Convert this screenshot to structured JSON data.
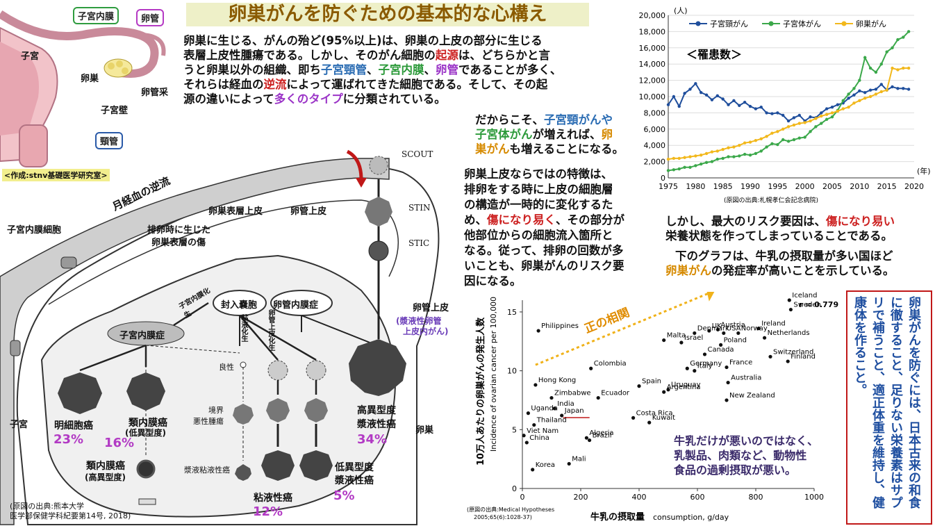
{
  "title": "卵巣がんを防ぐための基本的な心構え",
  "anatomy": {
    "labels": {
      "endometrium": "子宮内膜",
      "oviduct": "卵管",
      "uterus": "子宮",
      "ovary": "卵巣",
      "fimbria": "卵管采",
      "uterine_wall": "子宮壁",
      "cervix": "頸管"
    },
    "credit": "<作成:stnv基礎医学研究室>"
  },
  "intro": {
    "line1": "卵巣に生じる、がんの殆ど(95%以上)は、卵巣の上皮の部分に生じる",
    "line2": "表層上皮性腫瘍である。しかし、そのがん細胞の",
    "origin_word": "起源",
    "line2b": "は、どちらかと言",
    "line3a": "うと卵巣以外の組織、即ち",
    "cervix": "子宮頸管",
    "sep": "、",
    "endo": "子宮内膜",
    "tube": "卵管",
    "line3b": "であることが多く、",
    "line4a": "それらは経血の",
    "reflux": "逆流",
    "line4b": "によって運ばれてきた細胞である。そして、その起",
    "line5a": "源の違いによって",
    "types": "多くのタイプ",
    "line5b": "に分類されている。"
  },
  "middle_note": {
    "l1a": "だからこそ、",
    "l1b": "子宮頸がんや",
    "l2a": "子宮体がん",
    "l2b": "が増えれば、",
    "l2c": "卵",
    "l3a": "巣がん",
    "l3b": "も増えることになる。"
  },
  "feature": {
    "l1": "卵巣上皮ならではの特徴は、",
    "l2": "排卵をする時に上皮の細胞層",
    "l3": "の構造が一時的に変化するた",
    "l4a": "め、",
    "l4b": "傷になり易く",
    "l4c": "、その部分が",
    "l5": "他部位からの細胞流入箇所と",
    "l6": "なる。従って、排卵の回数が多",
    "l7": "いことも、卵巣がんのリスク要",
    "l8": "因になる。"
  },
  "risk": {
    "l1a": "しかし、最大のリスク要因は、",
    "l1b": "傷になり易い",
    "l2": "栄養状態を作ってしまっていることである。",
    "l3": "下のグラフは、牛乳の摂取量が多い国ほど",
    "l4a": "卵巣がん",
    "l4b": "の発症率が高いことを示している。"
  },
  "diagram": {
    "menstrual": "月経血の逆流",
    "endo_cell": "子宮内膜細胞",
    "ov_surface": "卵巣表層上皮",
    "tubal_epi": "卵管上皮",
    "wound": "排卵時に生じた",
    "wound2": "卵巣表層の傷",
    "scout": "SCOUT",
    "stin": "STIN",
    "stic": "STIC",
    "tubal_epi2": "卵管上皮",
    "serous_tubal": "(漿液性卵管",
    "serous_tubal2": "上皮内がん)",
    "inclusion": "封入嚢胞",
    "endometriosis": "子宮内膜症",
    "endosalpingiosis": "卵管内膜症",
    "endo_metaplasia": "子宮内膜化生",
    "mucin_metaplasia": "粘液化生",
    "tubal_metaplasia": "卵管上皮化生",
    "benign": "良性",
    "borderline": "境界",
    "borderline2": "悪性腫瘍",
    "seromucinous": "漿液粘液性癌",
    "uterus": "子宮",
    "ovary": "卵巣",
    "clear_cell": "明細胞癌",
    "clear_pct": "23%",
    "endometrioid": "類内膜癌",
    "endometrioid_low": "(低異型度)",
    "endo_pct": "16%",
    "endometrioid_high": "類内膜癌",
    "endometrioid_high2": "(高異型度)",
    "mucinous": "粘液性癌",
    "muc_pct": "12%",
    "low_serous": "低異型度",
    "low_serous2": "漿液性癌",
    "low_pct": "5%",
    "high_serous": "高異型度",
    "high_serous2": "漿液性癌",
    "high_pct": "34%",
    "source1": "(原図の出典:熊本大学",
    "source2": "医学部保健学科紀要第14号, 2018)"
  },
  "chart_data": [
    {
      "type": "line",
      "title": "",
      "annotation": "＜罹患数＞",
      "ylabel": "(人)",
      "xlabel": "(年)",
      "xlim": [
        1975,
        2020
      ],
      "ylim": [
        0,
        20000
      ],
      "xticks": [
        1975,
        1980,
        1985,
        1990,
        1995,
        2000,
        2005,
        2010,
        2015,
        2020
      ],
      "yticks": [
        0,
        2000,
        4000,
        6000,
        8000,
        10000,
        12000,
        14000,
        16000,
        18000,
        20000
      ],
      "legend_position": "top",
      "source": "(原図の出典:札幌孝仁会記念病院)",
      "series": [
        {
          "name": "子宮頸がん",
          "color": "#1f4e9c",
          "x": [
            1975,
            1976,
            1977,
            1978,
            1979,
            1980,
            1981,
            1982,
            1983,
            1984,
            1985,
            1986,
            1987,
            1988,
            1989,
            1990,
            1991,
            1992,
            1993,
            1994,
            1995,
            1996,
            1997,
            1998,
            1999,
            2000,
            2001,
            2002,
            2003,
            2004,
            2005,
            2006,
            2007,
            2008,
            2009,
            2010,
            2011,
            2012,
            2013,
            2014,
            2015,
            2016,
            2017,
            2018,
            2019
          ],
          "y": [
            9000,
            10000,
            8800,
            10400,
            10900,
            11600,
            10500,
            10200,
            9600,
            10100,
            9700,
            9000,
            9500,
            8900,
            9300,
            8800,
            8500,
            8700,
            8000,
            7900,
            8000,
            7700,
            7000,
            7400,
            7700,
            7000,
            7500,
            7400,
            8000,
            8500,
            8700,
            9000,
            9200,
            9800,
            10200,
            10700,
            10500,
            10800,
            10900,
            11500,
            10800,
            11200,
            11000,
            11000,
            10900
          ]
        },
        {
          "name": "子宮体がん",
          "color": "#3ba84a",
          "x": [
            1975,
            1976,
            1977,
            1978,
            1979,
            1980,
            1981,
            1982,
            1983,
            1984,
            1985,
            1986,
            1987,
            1988,
            1989,
            1990,
            1991,
            1992,
            1993,
            1994,
            1995,
            1996,
            1997,
            1998,
            1999,
            2000,
            2001,
            2002,
            2003,
            2004,
            2005,
            2006,
            2007,
            2008,
            2009,
            2010,
            2011,
            2012,
            2013,
            2014,
            2015,
            2016,
            2017,
            2018,
            2019
          ],
          "y": [
            900,
            1000,
            1100,
            1300,
            1300,
            1500,
            1700,
            1900,
            2000,
            2300,
            2400,
            2600,
            2600,
            2700,
            2900,
            2800,
            3000,
            3300,
            3800,
            4200,
            4100,
            4700,
            4500,
            4700,
            4900,
            5000,
            5700,
            6300,
            6700,
            7200,
            7500,
            8300,
            9500,
            10300,
            11000,
            12000,
            14800,
            13500,
            13000,
            14000,
            15500,
            16000,
            17000,
            17300,
            18000
          ]
        },
        {
          "name": "卵巣がん",
          "color": "#f2b81c",
          "x": [
            1975,
            1976,
            1977,
            1978,
            1979,
            1980,
            1981,
            1982,
            1983,
            1984,
            1985,
            1986,
            1987,
            1988,
            1989,
            1990,
            1991,
            1992,
            1993,
            1994,
            1995,
            1996,
            1997,
            1998,
            1999,
            2000,
            2001,
            2002,
            2003,
            2004,
            2005,
            2006,
            2007,
            2008,
            2009,
            2010,
            2011,
            2012,
            2013,
            2014,
            2015,
            2016,
            2017,
            2018,
            2019
          ],
          "y": [
            2300,
            2400,
            2400,
            2500,
            2600,
            2700,
            2800,
            3000,
            3200,
            3300,
            3500,
            3700,
            3800,
            4000,
            4300,
            4400,
            4600,
            4800,
            5100,
            5500,
            5700,
            6000,
            6300,
            6500,
            6700,
            6800,
            7000,
            7300,
            7600,
            7800,
            8000,
            8200,
            8500,
            8700,
            9200,
            9500,
            9800,
            10000,
            10300,
            10600,
            10800,
            13500,
            13300,
            13500,
            13500
          ]
        }
      ]
    },
    {
      "type": "scatter",
      "title": "",
      "annotation": "正の相関",
      "correlation": "r = 0.779",
      "xlabel": "牛乳の摂取量",
      "xlabel2": "consumption, g/day",
      "ylabel": "10万人あたりの卵巣がんの発生人数",
      "ylabel2": "Incidence of ovarian cancer per 100,000",
      "xlim": [
        0,
        1000
      ],
      "ylim": [
        0,
        16
      ],
      "xticks": [
        0,
        200,
        400,
        600,
        800,
        1000
      ],
      "yticks": [
        0,
        5,
        10,
        15
      ],
      "source1": "(原図の出典:Medical Hypotheses",
      "source2": "2005;65(6):1028-37)",
      "points": [
        {
          "label": "Iceland",
          "x": 915,
          "y": 16.0
        },
        {
          "label": "Sweden",
          "x": 920,
          "y": 15.2
        },
        {
          "label": "Ireland",
          "x": 810,
          "y": 13.6
        },
        {
          "label": "Netherlands",
          "x": 830,
          "y": 12.8
        },
        {
          "label": "Switzerland",
          "x": 850,
          "y": 11.2
        },
        {
          "label": "Finland",
          "x": 910,
          "y": 10.8
        },
        {
          "label": "UK",
          "x": 640,
          "y": 13.4
        },
        {
          "label": "Austria",
          "x": 670,
          "y": 13.5
        },
        {
          "label": "USA",
          "x": 690,
          "y": 13.2
        },
        {
          "label": "Norway",
          "x": 740,
          "y": 13.2
        },
        {
          "label": "Poland",
          "x": 680,
          "y": 12.2
        },
        {
          "label": "Denmark",
          "x": 590,
          "y": 13.2
        },
        {
          "label": "Israel",
          "x": 545,
          "y": 12.4
        },
        {
          "label": "Malta",
          "x": 485,
          "y": 12.6
        },
        {
          "label": "Canada",
          "x": 625,
          "y": 11.4
        },
        {
          "label": "France",
          "x": 700,
          "y": 10.3
        },
        {
          "label": "Germany",
          "x": 565,
          "y": 10.2
        },
        {
          "label": "Italy",
          "x": 590,
          "y": 10.0
        },
        {
          "label": "Australia",
          "x": 705,
          "y": 9.0
        },
        {
          "label": "New Zealand",
          "x": 700,
          "y": 7.5
        },
        {
          "label": "Spain",
          "x": 400,
          "y": 8.7
        },
        {
          "label": "Uruguay",
          "x": 500,
          "y": 8.4
        },
        {
          "label": "Argentina",
          "x": 485,
          "y": 8.2
        },
        {
          "label": "Colombia",
          "x": 235,
          "y": 10.2
        },
        {
          "label": "Philippines",
          "x": 55,
          "y": 13.4
        },
        {
          "label": "Hong Kong",
          "x": 45,
          "y": 8.8
        },
        {
          "label": "Zimbabwe",
          "x": 100,
          "y": 7.7
        },
        {
          "label": "Ecuador",
          "x": 260,
          "y": 7.7
        },
        {
          "label": "Uganda",
          "x": 20,
          "y": 6.4
        },
        {
          "label": "India",
          "x": 110,
          "y": 6.8
        },
        {
          "label": "Japan",
          "x": 135,
          "y": 6.2
        },
        {
          "label": "Costa Rica",
          "x": 380,
          "y": 6.0
        },
        {
          "label": "Kuwait",
          "x": 435,
          "y": 5.6
        },
        {
          "label": "Thailand",
          "x": 40,
          "y": 5.4
        },
        {
          "label": "Viet Nam",
          "x": 5,
          "y": 4.5
        },
        {
          "label": "China",
          "x": 15,
          "y": 3.9
        },
        {
          "label": "Algeria",
          "x": 220,
          "y": 4.3
        },
        {
          "label": "Brazil",
          "x": 230,
          "y": 4.1
        },
        {
          "label": "Mali",
          "x": 160,
          "y": 2.1
        },
        {
          "label": "Korea",
          "x": 35,
          "y": 1.6
        }
      ]
    }
  ],
  "scatter_note": {
    "l1": "牛乳だけが悪いのではなく、",
    "l2": "乳製品、肉類など、動物性",
    "l3": "食品の過剰摂取が悪い。"
  },
  "advice": "卵巣がんを防ぐには、日本古来の和食に徹すること、足りない栄養素はサプリで補うこと、適正体重を維持し、健康体を作ること。"
}
